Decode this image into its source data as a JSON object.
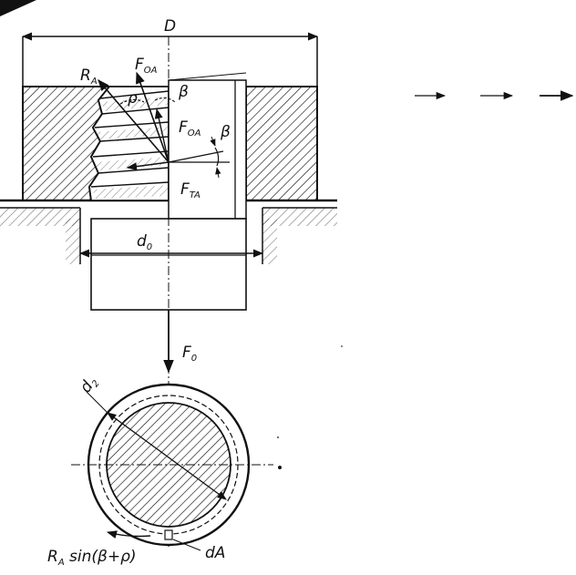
{
  "labels": {
    "D": "D",
    "R_A": "R",
    "R_A_sub": "A",
    "F_OA_top": "F",
    "F_OA_top_sub": "OA",
    "F_OA_mid": "F",
    "F_OA_mid_sub": "OA",
    "beta_top": "β",
    "beta_right": "β",
    "rho": "ρ",
    "F_TA": "F",
    "F_TA_sub": "TA",
    "d_0": "d",
    "d_0_sub": "0",
    "F_0": "F",
    "F_0_sub": "0",
    "d_2": "d",
    "d_2_sub": "2",
    "RA_sin": "R",
    "RA_sin_sub": "A",
    "RA_sin_rest": " sin(β+ρ)",
    "dA": "dA"
  }
}
